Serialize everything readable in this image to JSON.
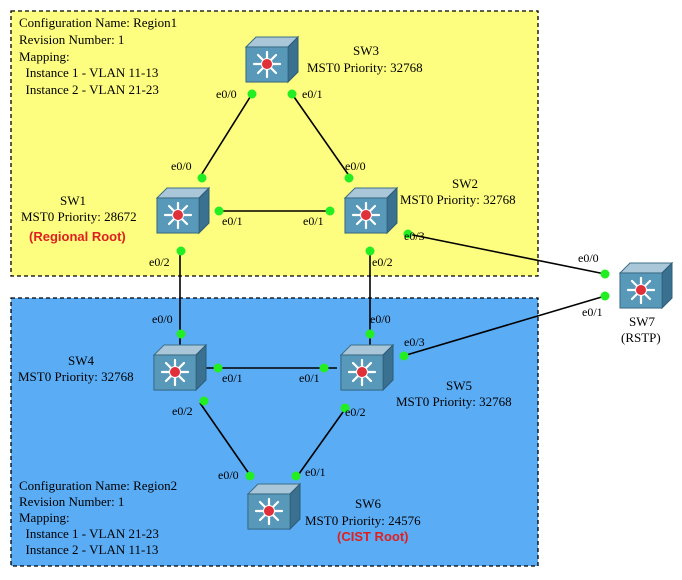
{
  "colors": {
    "region1_fill": "#fdfd80",
    "region2_fill": "#5aacf5",
    "link": "#000000",
    "port_dot": "#22ee22",
    "highlight_text": "#e02020",
    "switch_body": "#4e8fae",
    "switch_top": "#a9c7d8",
    "switch_center": "#e0303a"
  },
  "region1": {
    "lines": [
      "Configuration Name: Region1",
      "Revision Number: 1",
      "Mapping:",
      "  Instance 1 - VLAN 11-13",
      "  Instance 2 - VLAN 21-23"
    ]
  },
  "region2": {
    "lines": [
      "Configuration Name: Region2",
      "Revision Number: 1",
      "Mapping:",
      "  Instance 1 - VLAN 21-23",
      "  Instance 2 - VLAN 11-13"
    ]
  },
  "switches": {
    "sw1": {
      "name": "SW1",
      "priority": "MST0 Priority: 28672",
      "note": "(Regional Root)"
    },
    "sw2": {
      "name": "SW2",
      "priority": "MST0 Priority: 32768"
    },
    "sw3": {
      "name": "SW3",
      "priority": "MST0 Priority: 32768"
    },
    "sw4": {
      "name": "SW4",
      "priority": "MST0 Priority: 32768"
    },
    "sw5": {
      "name": "SW5",
      "priority": "MST0 Priority: 32768"
    },
    "sw6": {
      "name": "SW6",
      "priority": "MST0 Priority: 24576",
      "note": "(CIST Root)"
    },
    "sw7": {
      "name": "SW7",
      "note": "(RSTP)"
    }
  },
  "ports": {
    "sw3_e00": "e0/0",
    "sw3_e01": "e0/1",
    "sw1_e00": "e0/0",
    "sw1_e01": "e0/1",
    "sw1_e02": "e0/2",
    "sw2_e00": "e0/0",
    "sw2_e01": "e0/1",
    "sw2_e02": "e0/2",
    "sw2_e03": "e0/3",
    "sw7_e00": "e0/0",
    "sw7_e01": "e0/1",
    "sw4_e00": "e0/0",
    "sw4_e01": "e0/1",
    "sw4_e02": "e0/2",
    "sw5_e00": "e0/0",
    "sw5_e01": "e0/1",
    "sw5_e02": "e0/2",
    "sw5_e03": "e0/3",
    "sw6_e00": "e0/0",
    "sw6_e01": "e0/1"
  },
  "icons": {
    "switch": "layer3-switch-icon"
  }
}
